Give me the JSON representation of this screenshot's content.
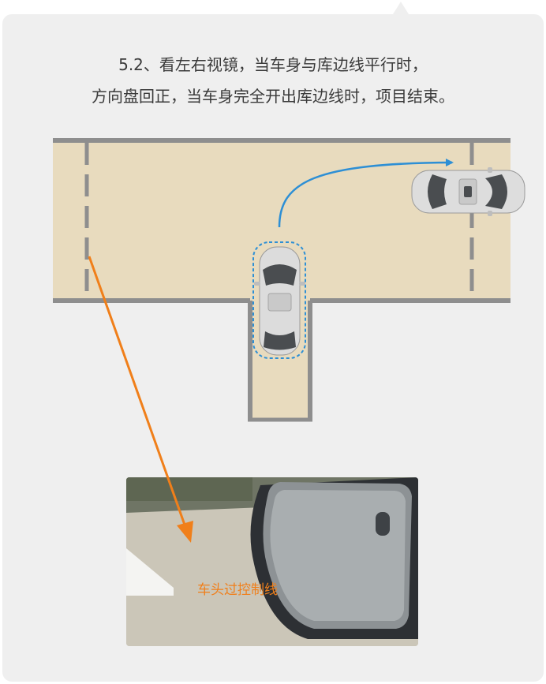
{
  "caption": {
    "line1": "5.2、看左右视镜，当车身与库边线平行时，",
    "line2": "方向盘回正，当车身完全开出库边线时，项目结束。"
  },
  "photo": {
    "label": "车头过控制线"
  },
  "colors": {
    "card_background": "#efefef",
    "lot_fill": "#e8dbbe",
    "lines": "#8e8e8e",
    "path_arrow": "#2d8fd5",
    "pointer_arrow": "#f07f1a",
    "label": "#f07f1a"
  },
  "icons": [
    "car-top-view",
    "car-top-view-angled",
    "side-mirror-photo"
  ]
}
